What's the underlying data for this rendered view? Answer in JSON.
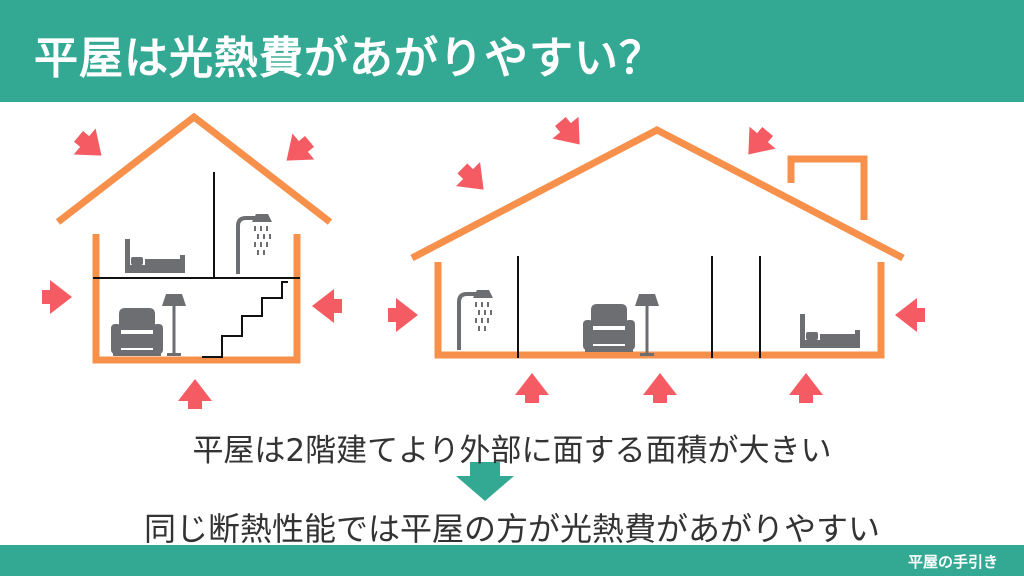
{
  "header": {
    "title": "平屋は光熱費があがりやすい？"
  },
  "captions": {
    "top": "平屋は2階建てより外部に面する面積が大きい",
    "bottom": "同じ断熱性能では平屋の方が光熱費があがりやすい"
  },
  "footer": {
    "brand": "平屋の手引き"
  },
  "colors": {
    "banner": "#33a993",
    "house_outline": "#f7904b",
    "heat_arrow": "#f45b62",
    "furniture": "#6d6e72",
    "down_arrow": "#33a993"
  },
  "icons": [
    "bed-icon",
    "shower-icon",
    "armchair-icon",
    "floor-lamp-icon",
    "staircase-icon",
    "heat-arrow-icon",
    "down-arrow-icon"
  ]
}
